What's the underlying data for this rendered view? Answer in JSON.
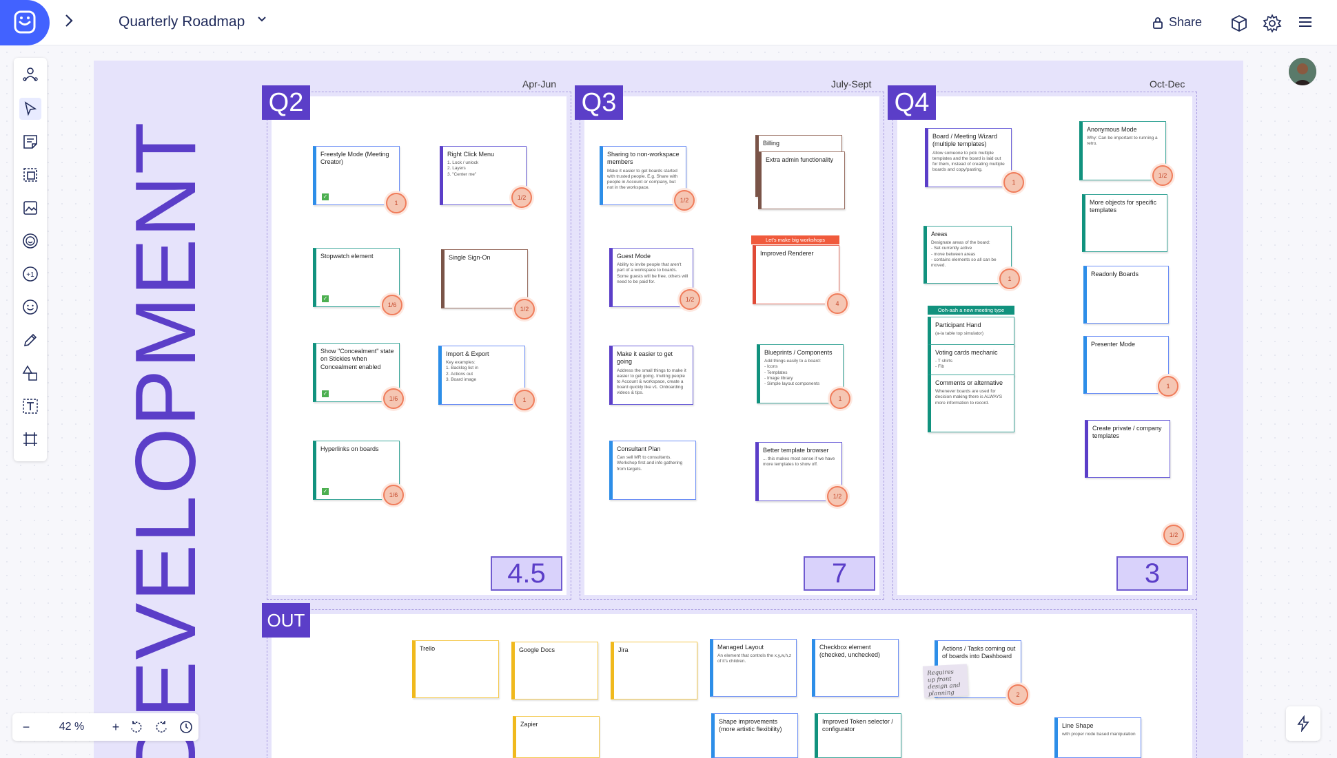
{
  "header": {
    "board_title": "Quarterly Roadmap",
    "share_label": "Share"
  },
  "board": {
    "section_title": "DEVELOPMENT",
    "quarters": [
      {
        "label": "Q2",
        "range": "Apr-Jun",
        "score": "4.5"
      },
      {
        "label": "Q3",
        "range": "July-Sept",
        "score": "7"
      },
      {
        "label": "Q4",
        "range": "Oct-Dec",
        "score": "3"
      }
    ],
    "out_label": "OUT"
  },
  "cards": {
    "q2_1": {
      "title": "Freestyle Mode (Meeting Creator)",
      "body": "",
      "badge": "1"
    },
    "q2_2": {
      "title": "Right Click Menu",
      "body": "1. Lock / unlock\n2. Layers\n3. \"Center me\"",
      "badge": "1/2"
    },
    "q2_3": {
      "title": "Stopwatch element",
      "body": "",
      "badge": "1/6"
    },
    "q2_4": {
      "title": "Single Sign-On",
      "body": "",
      "badge": "1/2"
    },
    "q2_5": {
      "title": "Show \"Concealment\" state on Stickies when Concealment enabled",
      "body": "",
      "badge": "1/6"
    },
    "q2_6": {
      "title": "Import & Export",
      "body": "Key examples:\n1. Backlog list in\n2. Actions out\n3. Board image",
      "badge": "1"
    },
    "q2_7": {
      "title": "Hyperlinks on boards",
      "body": "",
      "badge": "1/6"
    },
    "q3_1": {
      "title": "Sharing to non-workspace members",
      "body": "Make it easier to get boards started with trusted people. E.g. Share with people in Account or company, but not in the workspace.",
      "badge": "1/2"
    },
    "q3_2": {
      "title": "Billing",
      "body": ""
    },
    "q3_3": {
      "title": "Extra admin functionality",
      "body": ""
    },
    "q3_4": {
      "title": "Guest Mode",
      "body": "Ability to invite people that aren't part of a workspace to boards. Some guests will be free, others will need to be paid for.",
      "badge": "1/2"
    },
    "q3_5": {
      "tag": "Let's make big workshops",
      "title": "Improved Renderer",
      "body": "",
      "badge": "4"
    },
    "q3_6": {
      "title": "Make it easier to get going",
      "body": "Address the small things to make it easier to get going. Inviting people to Account & workspace, create a board quickly like v1. Onboarding videos & tips.",
      "badge": ""
    },
    "q3_7": {
      "title": "Blueprints / Components",
      "body": "Add things easily to a board:\n- Icons\n- Templates\n- Image library\n- Simple layout components",
      "badge": "1"
    },
    "q3_8": {
      "title": "Consultant Plan",
      "body": "Can sell MR to consultants. Workshop first and info gathering from targets.",
      "badge": ""
    },
    "q3_9": {
      "title": "Better template browser",
      "body": "... this makes most sense if we have more templates to show off.",
      "badge": "1/2"
    },
    "q4_1": {
      "title": "Board / Meeting Wizard (multiple templates)",
      "body": "Allow someone to pick multiple templates and the board is laid out for them, instead of creating multiple boards and copy/pasting.",
      "badge": "1"
    },
    "q4_2": {
      "title": "Anonymous Mode",
      "body": "Why: Can be important to running a retro.",
      "badge": "1/2"
    },
    "q4_3": {
      "title": "Areas",
      "body": "Designate areas of the board:\n- Set currently active\n- move between areas\n- contains elements so all can be moved.",
      "badge": "1"
    },
    "q4_4": {
      "title": "More objects for specific templates",
      "body": ""
    },
    "q4_5": {
      "tag": "Ooh-aah a new meeting type",
      "title": "Participant Hand",
      "body": "(a-la table top simulator)"
    },
    "q4_6": {
      "title": "Voting cards mechanic",
      "body": "- T shirts\n- Fib"
    },
    "q4_7": {
      "title": "Comments or alternative",
      "body": "Whenever boards are used for decision making there is ALWAYS more information to record."
    },
    "q4_8": {
      "title": "Readonly Boards",
      "body": ""
    },
    "q4_9": {
      "title": "Presenter Mode",
      "body": "",
      "badge": "1"
    },
    "q4_10": {
      "title": "Create private / company templates",
      "body": ""
    },
    "q4_loose_badge": "1/2",
    "out_1": {
      "title": "Trello"
    },
    "out_2": {
      "title": "Google Docs"
    },
    "out_3": {
      "title": "Jira"
    },
    "out_4": {
      "title": "Managed Layout",
      "body": "An element that controls the x,y,w,h,z of it's children."
    },
    "out_5": {
      "title": "Checkbox element (checked, unchecked)"
    },
    "out_6": {
      "title": "Actions / Tasks coming out of boards into Dashboard",
      "badge": "2"
    },
    "out_7": {
      "title": "Zapier"
    },
    "out_8": {
      "title": "Shape improvements (more artistic flexibility)"
    },
    "out_9": {
      "title": "Improved Token selector / configurator"
    },
    "out_10": {
      "title": "Line Shape",
      "body": "with proper node based manipulation"
    },
    "out_sticky": "Requires up front design and planning"
  },
  "zoom": {
    "level": "42 %",
    "minus": "−",
    "plus": "+"
  },
  "icons": {
    "logo": "logo-icon",
    "expand": "chevron-right-icon",
    "title_caret": "chevron-down-icon",
    "lock": "lock-icon",
    "cube": "cube-icon",
    "settings": "gear-icon",
    "menu": "hamburger-icon",
    "lightning": "lightning-icon"
  },
  "colors": {
    "accent": "#4262ff",
    "frame": "#e6e3fb",
    "quarter_label": "#5b3ec8",
    "badge": "#f5c6b3"
  }
}
